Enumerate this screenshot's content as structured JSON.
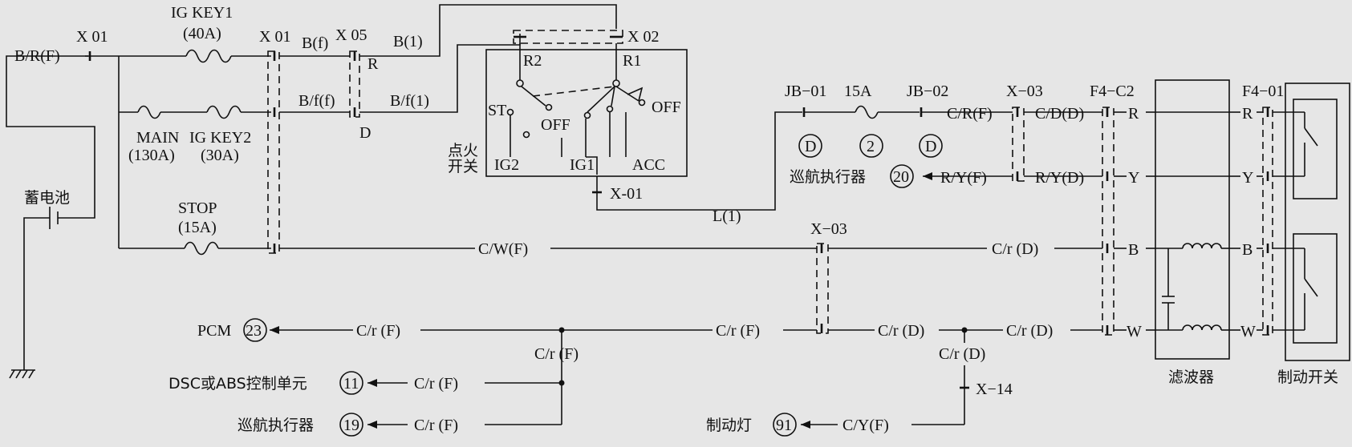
{
  "colors": {
    "background": "#e6e6e6",
    "line": "#111111"
  },
  "connectors": {
    "x01_left": "X 01",
    "x01_mid": "X 01",
    "x05": "X 05",
    "x02": "X 02",
    "x01_sw": "X-01",
    "x03_top": "X−03",
    "x03_mid": "X−03",
    "x14": "X−14",
    "jb01": "JB−01",
    "jb02": "JB−02",
    "f4c2": "F4−C2",
    "f4_01": "F4−01",
    "pin_r": "R",
    "pin_d": "D"
  },
  "fuses": {
    "igkey1_name": "IG KEY1",
    "igkey1_rating": "(40A)",
    "main_name": "MAIN",
    "main_rating": "(130A)",
    "igkey2_name": "IG KEY2",
    "igkey2_rating": "(30A)",
    "stop_name": "STOP",
    "stop_rating": "(15A)",
    "jb_fuse_rating": "15A"
  },
  "wires": {
    "br_f": "B/R(F)",
    "b_f": "B(f)",
    "b_1": "B(1)",
    "bf_f": "B/f(f)",
    "bf_1": "B/f(1)",
    "l_1": "L(1)",
    "cr_f": "C/R(F)",
    "cd_d": "C/D(D)",
    "ry_f": "R/Y(F)",
    "ry_d": "R/Y(D)",
    "cw_f": "C/W(F)",
    "cr_d": "C/r (D)",
    "cr_f2": "C/r (F)",
    "cy_f": "C/Y(F)"
  },
  "switch": {
    "r2": "R2",
    "r1": "R1",
    "st": "ST",
    "off_left": "OFF",
    "off_right": "OFF",
    "ig2": "IG2",
    "ig1": "IG1",
    "acc": "ACC",
    "name_line1": "点火",
    "name_line2": "开关"
  },
  "circles": {
    "d1": "D",
    "n2": "2",
    "d2": "D",
    "n20": "20",
    "n23": "23",
    "n11": "11",
    "n19": "19",
    "n91": "91"
  },
  "components": {
    "battery": "蓄电池",
    "cruise_actuator": "巡航执行器",
    "pcm": "PCM",
    "dsc_abs": "DSC或ABS控制单元",
    "brake_light": "制动灯",
    "filter": "滤波器",
    "brake_switch": "制动开关"
  },
  "filter_pins": {
    "r": "R",
    "y": "Y",
    "b": "B",
    "w": "W"
  },
  "switch_pins": {
    "r": "R",
    "y": "Y",
    "b": "B",
    "w": "W"
  }
}
